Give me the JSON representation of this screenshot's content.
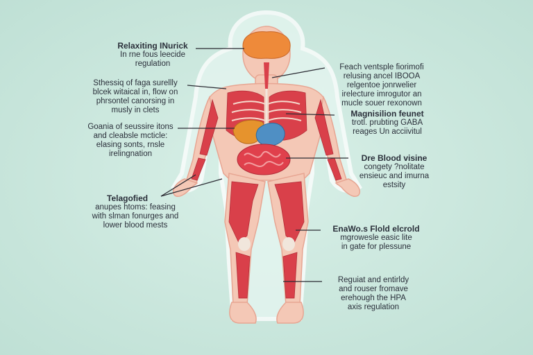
{
  "labels": {
    "l1": {
      "title": "Relaxiting INurick",
      "lines": [
        "In rne fous leecide",
        "regulation"
      ]
    },
    "l2": {
      "lines": [
        "Sthessiq of faga surellly",
        "blcek witaical in, flow on",
        "phrsontel canorsing in",
        "musly in clets"
      ]
    },
    "l3": {
      "lines": [
        "Goania of seussire itons",
        "and cleabsle mcticle:",
        "elasing sonts, rnsle",
        "irelingnation"
      ]
    },
    "l4": {
      "title": "Telagofied",
      "lines": [
        "anupes htoms: feasing",
        "with slman fonurges and",
        "lower blood mests"
      ]
    },
    "r1": {
      "lines": [
        "Feach ventsple fiorimofi",
        "relusing ancel IBOOA",
        "relgentoe jonrwelier",
        "irelecture imrogutor an",
        "mucle souer rexonown"
      ]
    },
    "r2": {
      "title": "Magnisilion feunet",
      "lines": [
        "trotl. prubting GABA",
        "reages Un acciivitul"
      ]
    },
    "r3": {
      "title": "Dre Blood visine",
      "lines": [
        "congety ?nolitate",
        "ensieuc and imurna",
        "estsity"
      ]
    },
    "r4": {
      "title": "EnaWo.s Flold elcrold",
      "lines": [
        "mgrowesle easic lite",
        "in gate for plessune"
      ]
    },
    "r5": {
      "lines": [
        "Reguiat and entirldy",
        "and rouser fromave",
        "erehough the HPA",
        "axis regulation"
      ]
    }
  },
  "colors": {
    "body": "#f4c8b6",
    "muscle": "#d9404a",
    "brain": "#ee8a3a",
    "stomach": "#4f8fc4",
    "liver": "#e6932d",
    "intestine": "#e0404c",
    "leader": "#2b2b33"
  }
}
